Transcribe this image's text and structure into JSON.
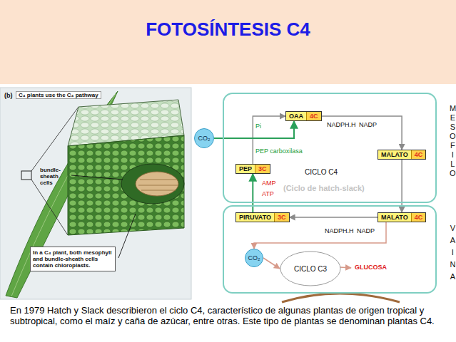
{
  "diagram": {
    "title": "FOTOSÍNTESIS  C4",
    "caption": "En 1979 Hatch y Slack describieron el ciclo C4, característico de algunas plantas de origen tropical y subtropical, como el maíz y caña de azúcar, entre otras. Este tipo de plantas se denominan plantas C4.",
    "nodes": [
      {
        "text": [
          "CICLO C4",
          "(Ciclo de hatch-slack)",
          "MESOFILO"
        ]
      },
      {
        "text": [
          "OAA",
          "4C"
        ],
        "in": 0
      },
      {
        "text": [
          "MALATO",
          "4C"
        ],
        "in": 0
      },
      {
        "text": [
          "PEP",
          "3C"
        ],
        "in": 0
      },
      {
        "text": [
          "CO₂"
        ]
      },
      {
        "text": [
          "VAINA"
        ]
      },
      {
        "text": [
          "PIRUVATO",
          "3C"
        ],
        "in": 5
      },
      {
        "text": [
          "MALATO",
          "4C"
        ],
        "in": 5
      },
      {
        "text": [
          "CO₂"
        ],
        "in": 5
      },
      {
        "text": [
          "CICLO C3"
        ],
        "in": 5
      }
    ],
    "edges": [
      {
        "from": 3,
        "to": 1,
        "arrow": "to"
      },
      {
        "from": 4,
        "to": 1,
        "arrow": "to"
      },
      {
        "from": 1,
        "to": 2,
        "arrow": "to"
      },
      {
        "from": 2,
        "to": 7,
        "arrow": "to"
      },
      {
        "from": 7,
        "to": 6,
        "arrow": "to"
      },
      {
        "from": 7,
        "to": 8,
        "arrow": "to"
      },
      {
        "from": 6,
        "to": 3,
        "arrow": "to"
      },
      {
        "from": 8,
        "to": 9,
        "arrow": "to"
      }
    ],
    "labels": [
      "(b)",
      "C₄ plants use the C₄ pathway",
      "bundle-sheath cells",
      "In a C₄ plant, both mesophyll and bundle-sheath cells contain chloroplasts.",
      "NADPH.H",
      "NADP",
      "Pi",
      "PEP carboxilasa",
      "AMP",
      "ATP",
      "NADPH.H",
      "NADP",
      "GLUCOSA"
    ]
  }
}
